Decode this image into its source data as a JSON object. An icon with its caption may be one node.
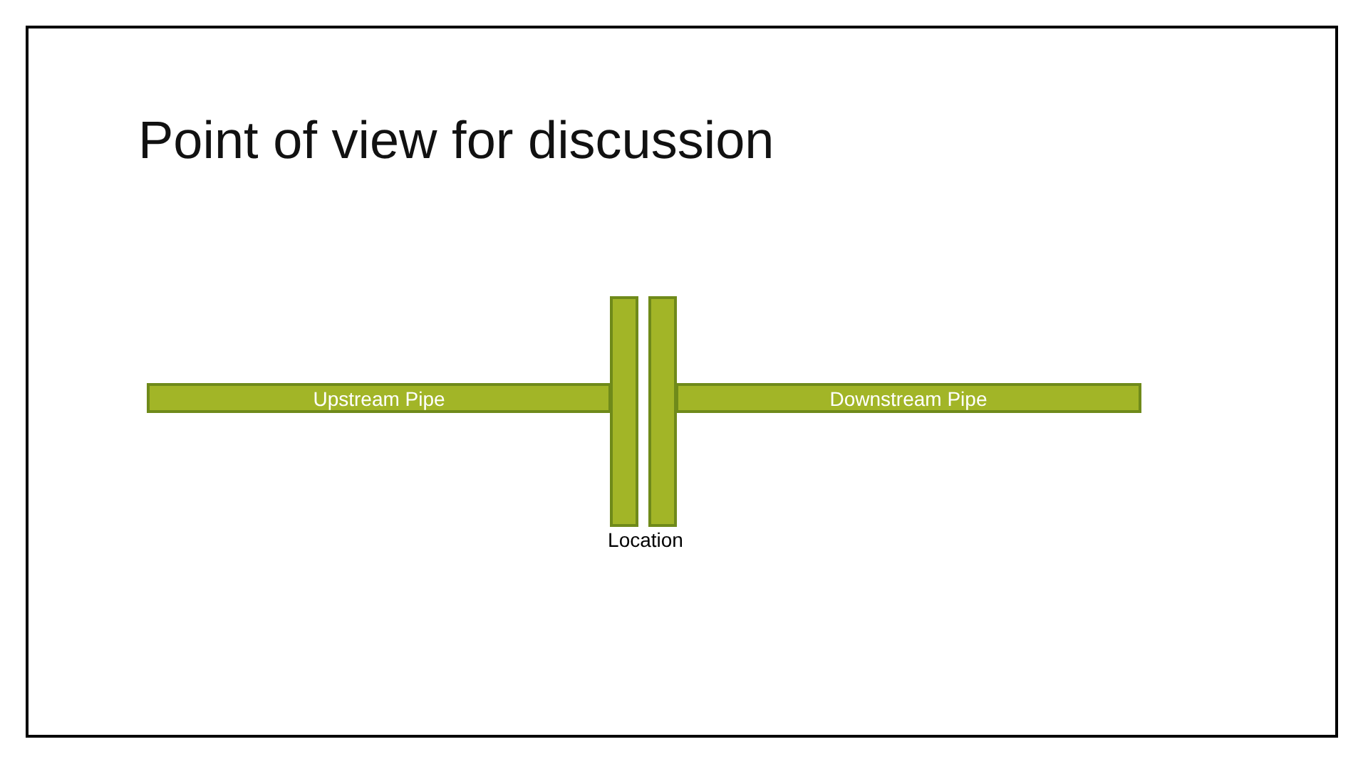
{
  "diagram": {
    "title": "Point of view for discussion",
    "nodes": [
      {
        "text": [
          "Upstream Pipe"
        ]
      },
      {
        "text": [],
        "shape": "bar"
      },
      {
        "text": [],
        "shape": "bar"
      },
      {
        "text": [
          "Downstream Pipe"
        ]
      }
    ],
    "labels": [
      "Location"
    ]
  }
}
